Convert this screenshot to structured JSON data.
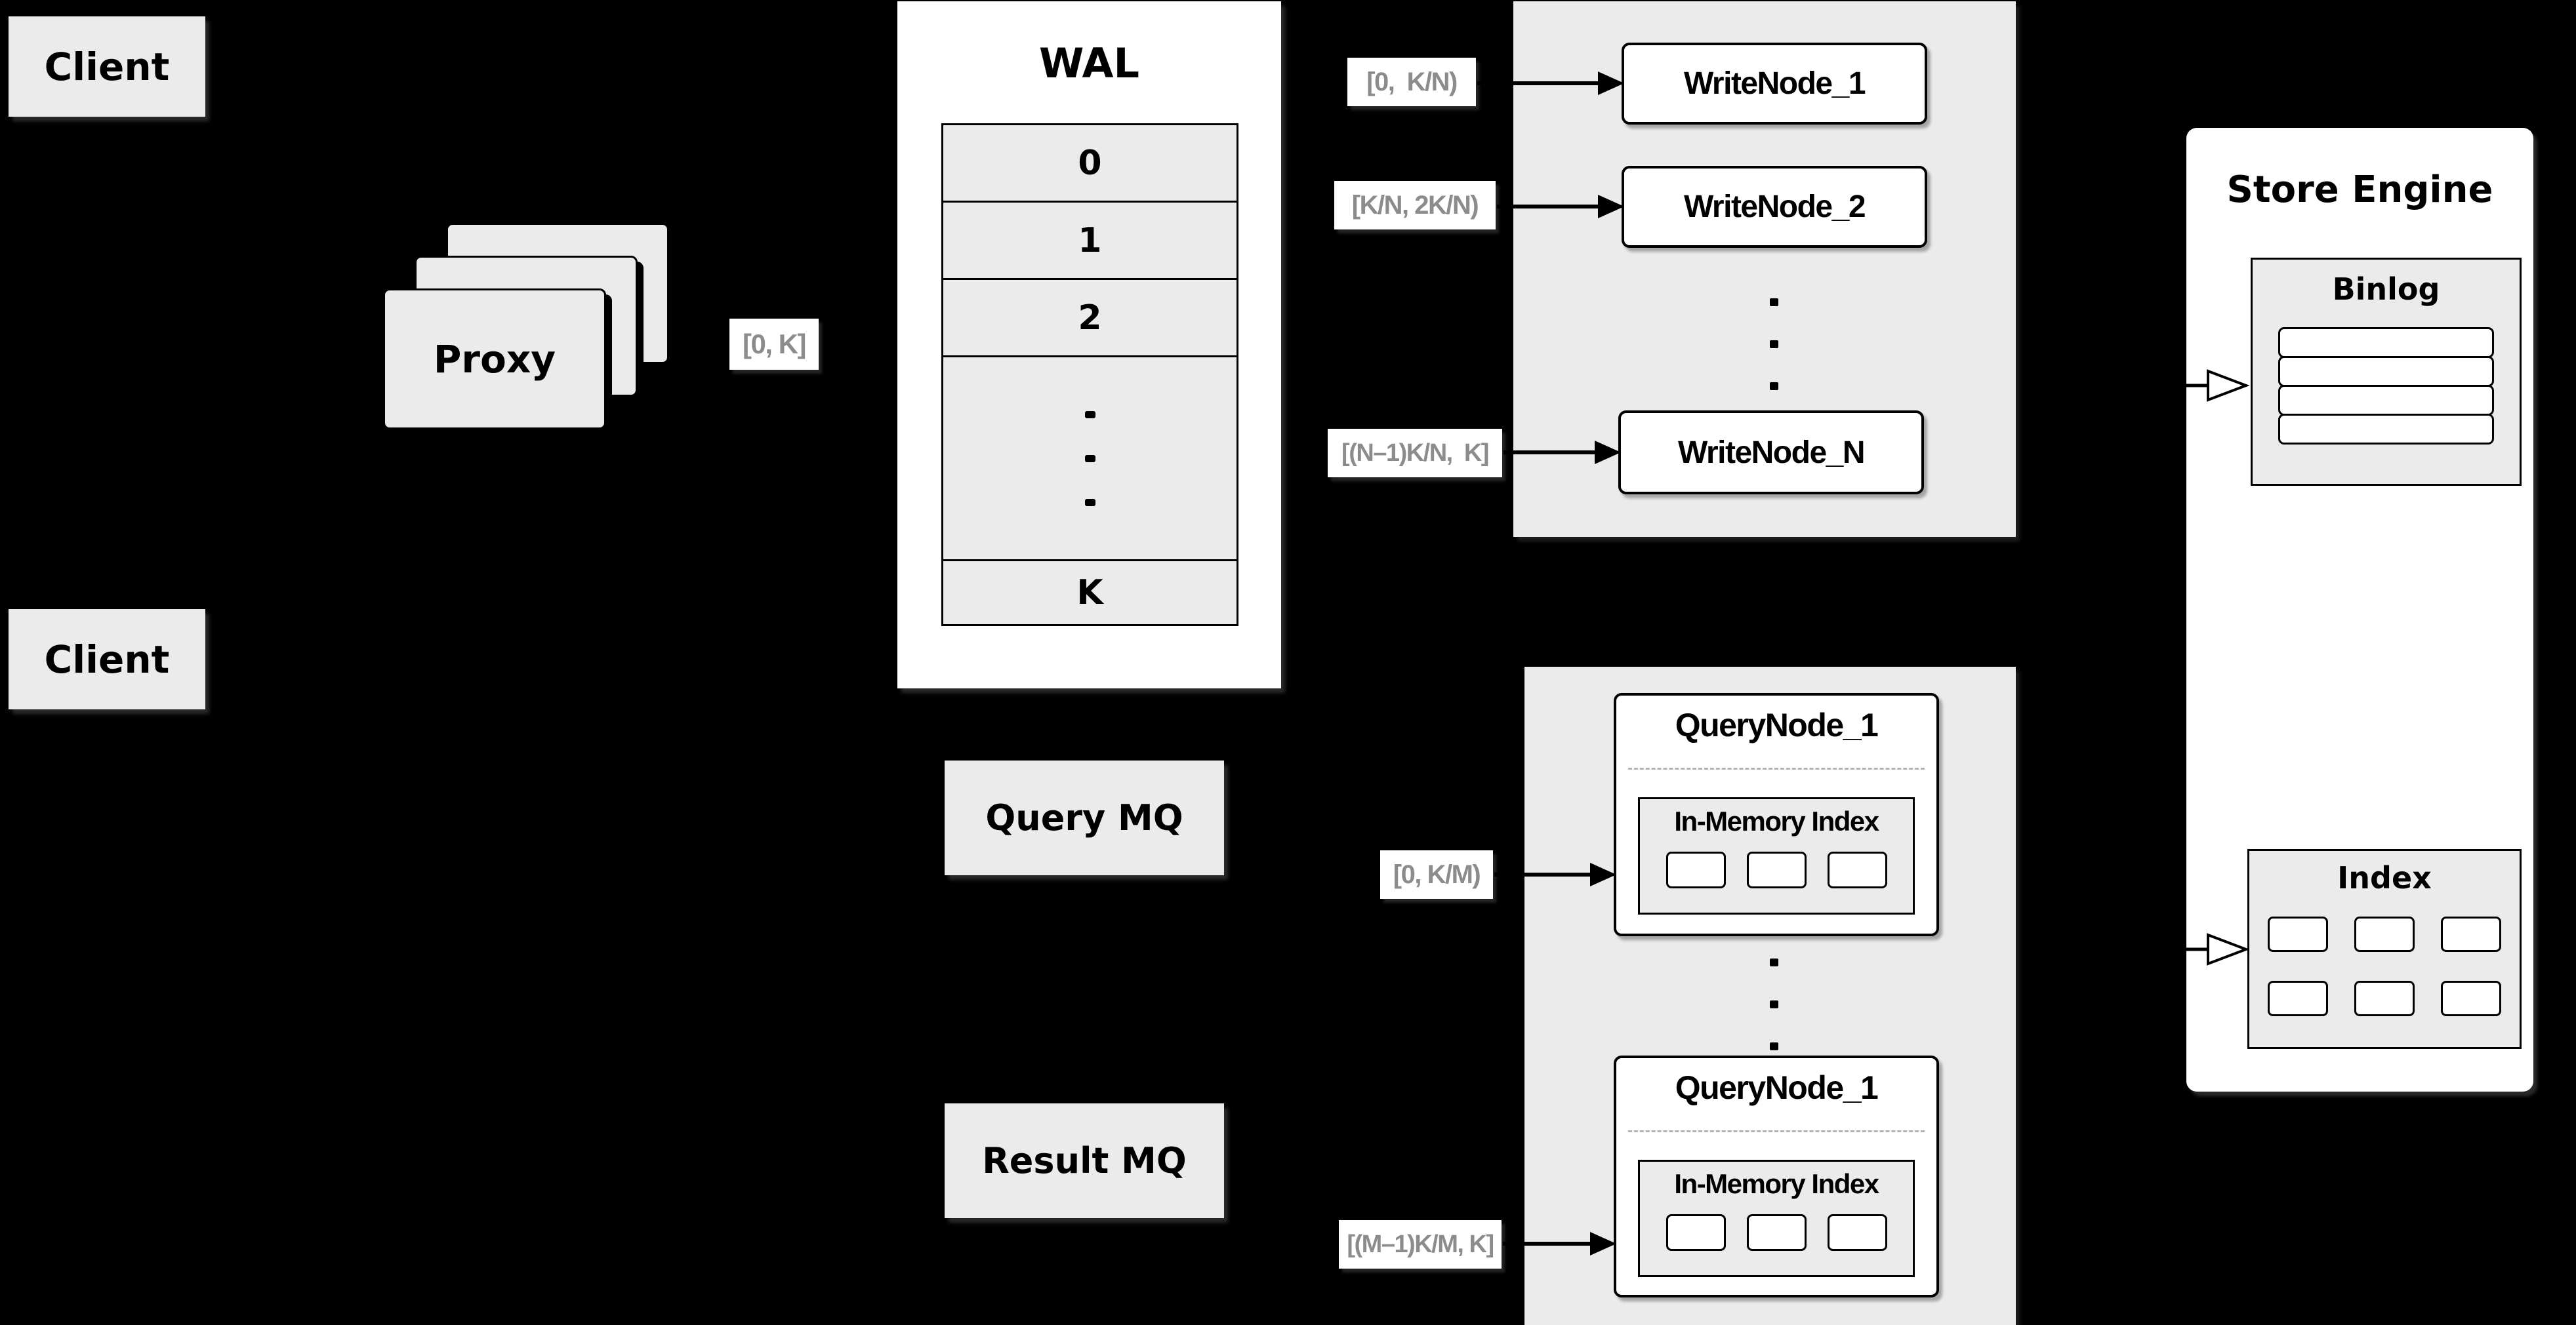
{
  "diagram": {
    "title_hint": "distributed write/query architecture",
    "colors": {
      "background": "#000000",
      "box_fill_gray": "#ebebeb",
      "panel_fill_white": "#ffffff",
      "outline": "#000000",
      "range_label_text": "#8c8c8c"
    },
    "client_top": "Client",
    "client_bottom": "Client",
    "proxy": "Proxy",
    "wal": {
      "title": "WAL",
      "rows": [
        "0",
        "1",
        "2"
      ],
      "row_last": "K"
    },
    "range_labels": {
      "proxy_to_wal": "[0, K]",
      "write_node_1": "[0,  K/N)",
      "write_node_2": "[K/N, 2K/N)",
      "write_node_n": "[(N–1)K/N,  K]",
      "query_node_1": "[0, K/M)",
      "query_node_m": "[(M–1)K/M, K]"
    },
    "write_nodes": {
      "node_1": "WriteNode_1",
      "node_2": "WriteNode_2",
      "node_n": "WriteNode_N"
    },
    "query_nodes": {
      "node_top": "QueryNode_1",
      "node_bottom": "QueryNode_1",
      "in_memory_title": "In-Memory Index"
    },
    "mq": {
      "query": "Query MQ",
      "result": "Result MQ"
    },
    "store_engine": {
      "title": "Store Engine",
      "binlog": "Binlog",
      "index": "Index"
    }
  }
}
